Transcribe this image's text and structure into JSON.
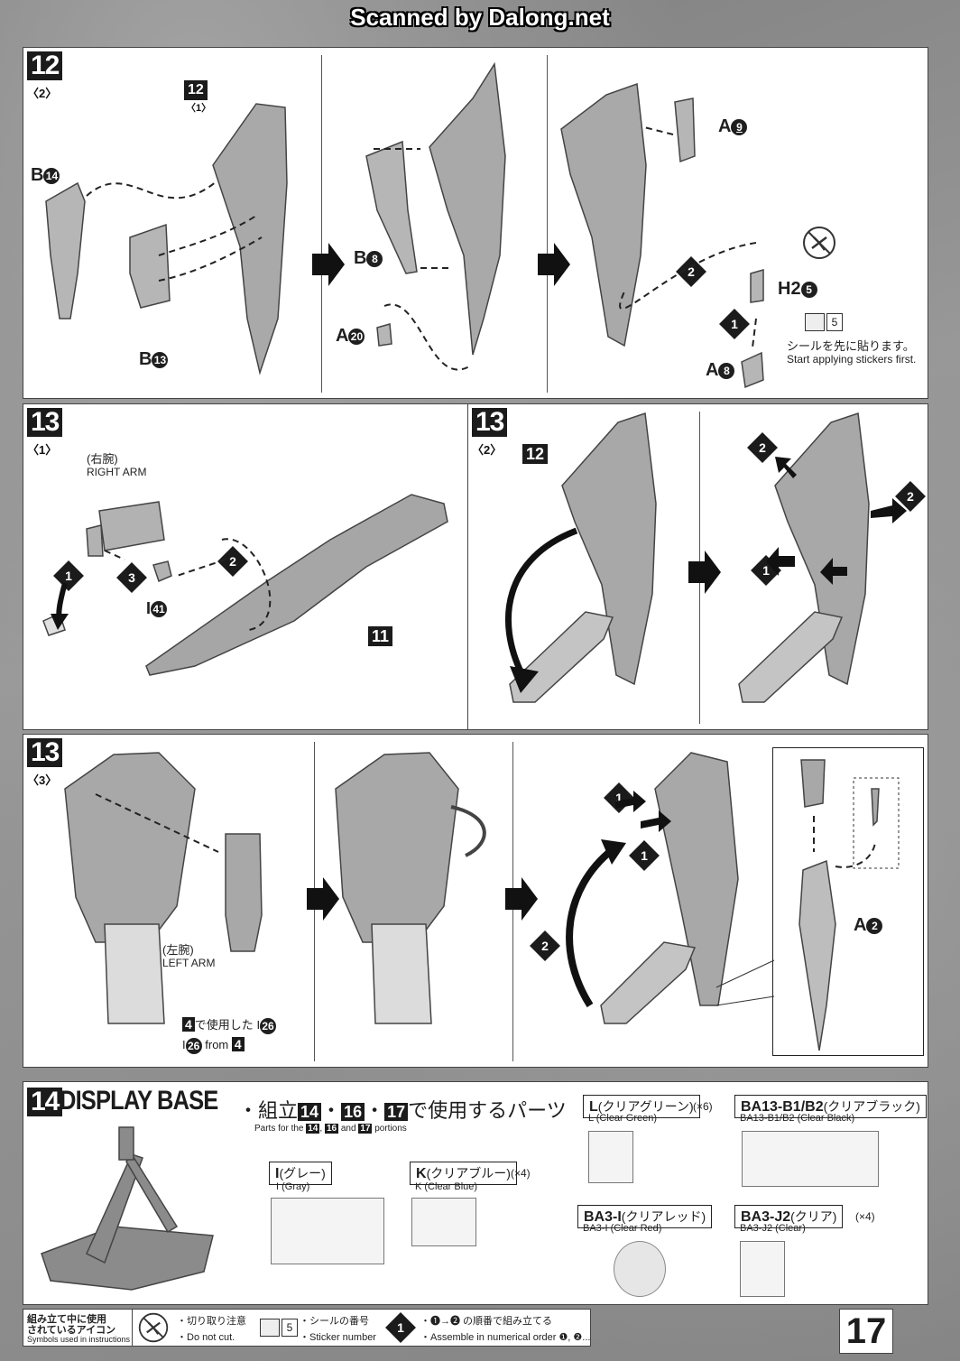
{
  "watermark": "Scanned by Dalong.net",
  "step12": {
    "number": "12",
    "sub": "〈2〉",
    "inset_number": "12",
    "inset_sub": "〈1〉",
    "parts": {
      "b14": {
        "letter": "B",
        "num": "14"
      },
      "b13": {
        "letter": "B",
        "num": "13"
      },
      "b8": {
        "letter": "B",
        "num": "8"
      },
      "a20": {
        "letter": "A",
        "num": "20"
      },
      "a9": {
        "letter": "A",
        "num": "9"
      },
      "h2_5": {
        "letter": "H2",
        "num": "5"
      },
      "a8": {
        "letter": "A",
        "num": "8"
      }
    },
    "order1": "1",
    "order2": "2",
    "sticker_number": "5",
    "sticker_note_jp": "シールを先に貼ります。",
    "sticker_note_en": "Start applying stickers first."
  },
  "step13_1": {
    "number": "13",
    "sub": "〈1〉",
    "right_arm_jp": "(右腕)",
    "right_arm_en": "RIGHT ARM",
    "order1": "1",
    "order2": "2",
    "order3": "3",
    "part_i": {
      "letter": "I",
      "num": "41"
    },
    "box11": "11"
  },
  "step13_2": {
    "number": "13",
    "sub": "〈2〉",
    "box12": "12",
    "order1": "1",
    "order2": "2"
  },
  "step13_3": {
    "number": "13",
    "sub": "〈3〉",
    "left_arm_jp": "(左腕)",
    "left_arm_en": "LEFT ARM",
    "note_box": "4",
    "note_jp": "で使用した",
    "note_part": "I",
    "note_part_num": "26",
    "note_from": "from",
    "order1": "1",
    "order2": "2",
    "part_a2": {
      "letter": "A",
      "num": "2"
    }
  },
  "step14": {
    "number": "14",
    "title": "DISPLAY BASE",
    "parts_title_prefix": "・組立",
    "parts_title_nums": [
      "14",
      "16",
      "17"
    ],
    "parts_title_suffix": "で使用するパーツ",
    "parts_sub_en_prefix": "Parts for the",
    "parts_sub_en_and": "and",
    "parts_sub_en_suffix": "portions",
    "runners": [
      {
        "code": "I",
        "jp": "(グレー)",
        "en": "I (Gray)",
        "qty": ""
      },
      {
        "code": "K",
        "jp": "(クリアブルー)",
        "en": "K (Clear Blue)",
        "qty": "(×4)"
      },
      {
        "code": "L",
        "jp": "(クリアグリーン)",
        "en": "L (Clear Green)",
        "qty": "(×6)"
      },
      {
        "code": "BA13-B1/B2",
        "jp": "(クリアブラック)",
        "en": "BA13-B1/B2 (Clear Black)",
        "qty": ""
      },
      {
        "code": "BA3-I",
        "jp": "(クリアレッド)",
        "en": "BA3-I (Clear Red)",
        "qty": ""
      },
      {
        "code": "BA3-J2",
        "jp": "(クリア)",
        "en": "BA3-J2 (Clear)",
        "qty": "(×4)"
      }
    ]
  },
  "legend": {
    "title_jp_1": "組み立て中に使用",
    "title_jp_2": "されているアイコン",
    "title_en": "Symbols used in instructions",
    "cut_jp": "・切り取り注意",
    "cut_en": "・Do not cut.",
    "sticker_num": "5",
    "sticker_jp": "・シールの番号",
    "sticker_en": "・Sticker number",
    "order_badge": "1",
    "order_jp": "・❶→❷ の順番で組み立てる",
    "order_en": "・Assemble in numerical order ❶, ❷..."
  },
  "page_number": "17",
  "colors": {
    "ink": "#1b1b1b",
    "panel": "#ffffff",
    "backdrop": "#8e8e8e"
  }
}
